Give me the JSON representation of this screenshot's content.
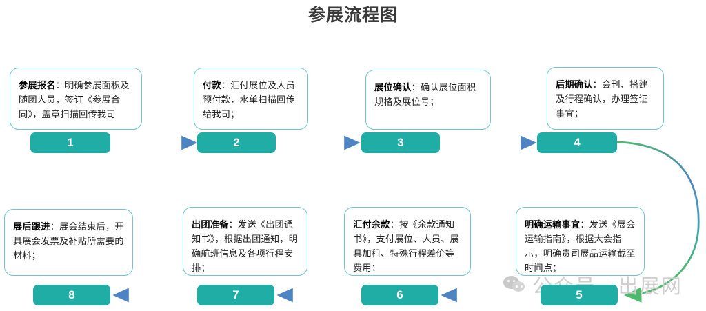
{
  "page": {
    "title": "参展流程图"
  },
  "watermark": {
    "icon": "wechat-logo-icon",
    "text": "公众号 · 出展网"
  },
  "colors": {
    "tab_teal": "#1fada6",
    "card_border": "#6ec6d2",
    "arrow_green": "#4cb96b",
    "arrow_blue": "#4f84c4",
    "title_text": "#3a3a3a",
    "watermark_text": "#cfcfcf"
  },
  "steps": [
    {
      "number": "1",
      "heading": "参展报名",
      "body": "：明确参展面积及随团人员，签订《参展合同》，盖章扫描回传我司",
      "row": "top"
    },
    {
      "number": "2",
      "heading": "付款",
      "body": "：汇付展位及人员预付款，水单扫描回传给我司；",
      "row": "top"
    },
    {
      "number": "3",
      "heading": "展位确认",
      "body": "：确认展位面积规格及展位号；",
      "row": "top"
    },
    {
      "number": "4",
      "heading": "后期确认",
      "body": "：会刊、搭建及行程确认，办理签证事宜；",
      "row": "top"
    },
    {
      "number": "5",
      "heading": "明确运输事宜",
      "body": "：发送《展会运输指南》，根据大会指示，明确贵司展品运输截至时间点；",
      "row": "bottom"
    },
    {
      "number": "6",
      "heading": "汇付余款",
      "body": "：按《余款通知书》，支付展位、人员、展具加租、特殊行程差价等费用；",
      "row": "bottom"
    },
    {
      "number": "7",
      "heading": "出团准备",
      "body": "：发送《出团通知书》，根据出团通知，明确航班信息及各项行程安排；",
      "row": "bottom"
    },
    {
      "number": "8",
      "heading": "展后跟进",
      "body": "：展会结束后，开具展会发票及补贴所需要的材料；",
      "row": "bottom"
    }
  ],
  "connectors": [
    {
      "name": "arrow-1-to-2",
      "direction": "right"
    },
    {
      "name": "arrow-2-to-3",
      "direction": "right"
    },
    {
      "name": "arrow-3-to-4",
      "direction": "right"
    },
    {
      "name": "arc-4-to-5",
      "direction": "curve-right-down"
    },
    {
      "name": "arrow-5-to-6",
      "direction": "left"
    },
    {
      "name": "arrow-6-to-7",
      "direction": "left"
    },
    {
      "name": "arrow-7-to-8",
      "direction": "left"
    }
  ]
}
